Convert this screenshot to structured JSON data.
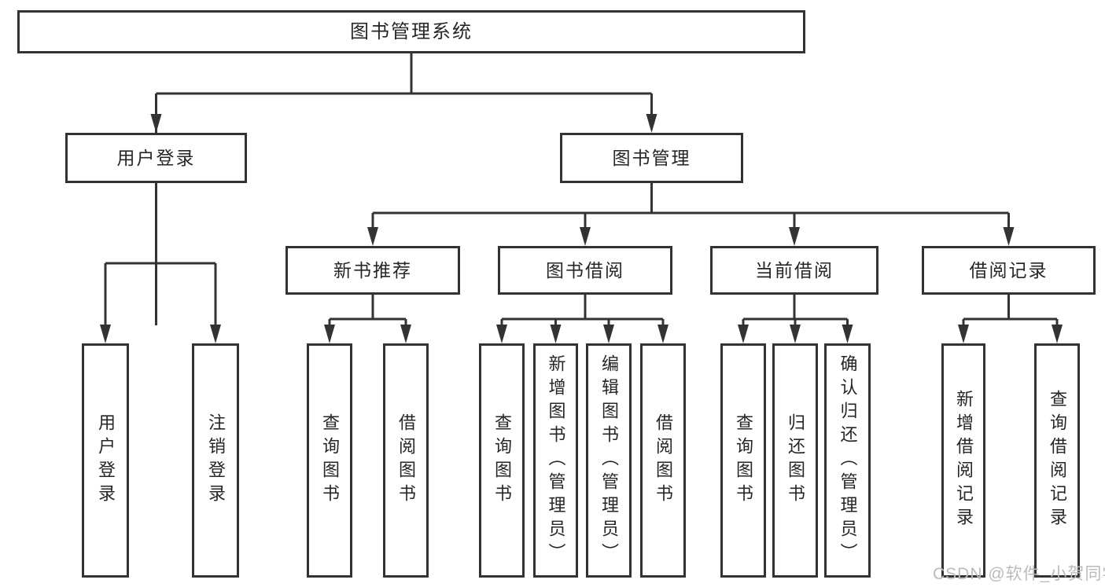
{
  "diagram": {
    "root": {
      "label": "图书管理系统"
    },
    "level2": [
      {
        "label": "用户登录"
      },
      {
        "label": "图书管理"
      }
    ],
    "level3": [
      {
        "label": "新书推荐"
      },
      {
        "label": "图书借阅"
      },
      {
        "label": "当前借阅"
      },
      {
        "label": "借阅记录"
      }
    ],
    "leaves": {
      "user_login": [
        {
          "label": "用户登录"
        },
        {
          "label": "注销登录"
        }
      ],
      "new_book": [
        {
          "label": "查询图书"
        },
        {
          "label": "借阅图书"
        }
      ],
      "book_borrow": [
        {
          "label": "查询图书"
        },
        {
          "label": "新增图书（管理员）"
        },
        {
          "label": "编辑图书（管理员）"
        },
        {
          "label": "借阅图书"
        }
      ],
      "current_borrow": [
        {
          "label": "查询图书"
        },
        {
          "label": "归还图书"
        },
        {
          "label": "确认归还（管理员）"
        }
      ],
      "borrow_record": [
        {
          "label": "新增借阅记录"
        },
        {
          "label": "查询借阅记录"
        }
      ]
    },
    "watermark": "CSDN @软件_小贺同学",
    "colors": {
      "line": "#333333",
      "node_text": "#262626",
      "watermark": "#bbbbbb",
      "background": "#ffffff"
    }
  }
}
